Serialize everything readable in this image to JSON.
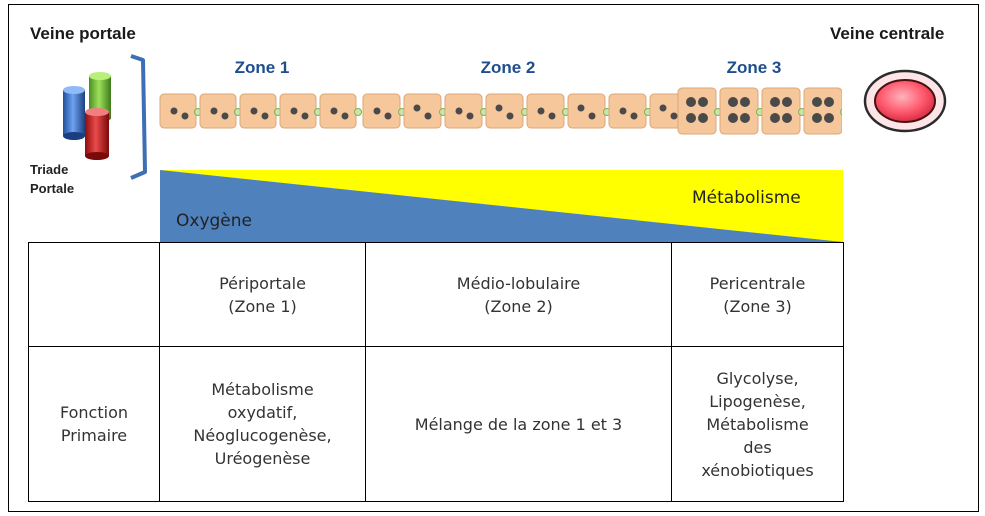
{
  "labels": {
    "portal_vein": "Veine portale",
    "central_vein": "Veine centrale",
    "triad_line1": "Triade",
    "triad_line2": "Portale",
    "zone1": "Zone 1",
    "zone2": "Zone 2",
    "zone3": "Zone 3",
    "oxygen": "Oxygène",
    "metabolism": "Métabolisme"
  },
  "table": {
    "header_row": [
      "",
      "Périportale\n(Zone 1)",
      "Médio-lobulaire\n(Zone 2)",
      "Pericentrale\n(Zone 3)"
    ],
    "function_row": [
      "Fonction\nPrimaire",
      "Métabolisme\noxydatif,\nNéoglucogenèse,\nUréogenèse",
      "Mélange de la zone 1 et 3",
      "Glycolyse,\nLipogenèse,\nMétabolisme\ndes\nxénobiotiques"
    ]
  },
  "colors": {
    "oxygen_blue": "#4f81bd",
    "metabolism_yellow": "#ffff00",
    "hepatocyte": "#f6c79b",
    "vein_red": "#ff5a6e",
    "zone_text": "#1f4e8c"
  },
  "icons": [
    "portal-triad-icon",
    "central-vein-icon",
    "hepatocyte-row-icon"
  ]
}
